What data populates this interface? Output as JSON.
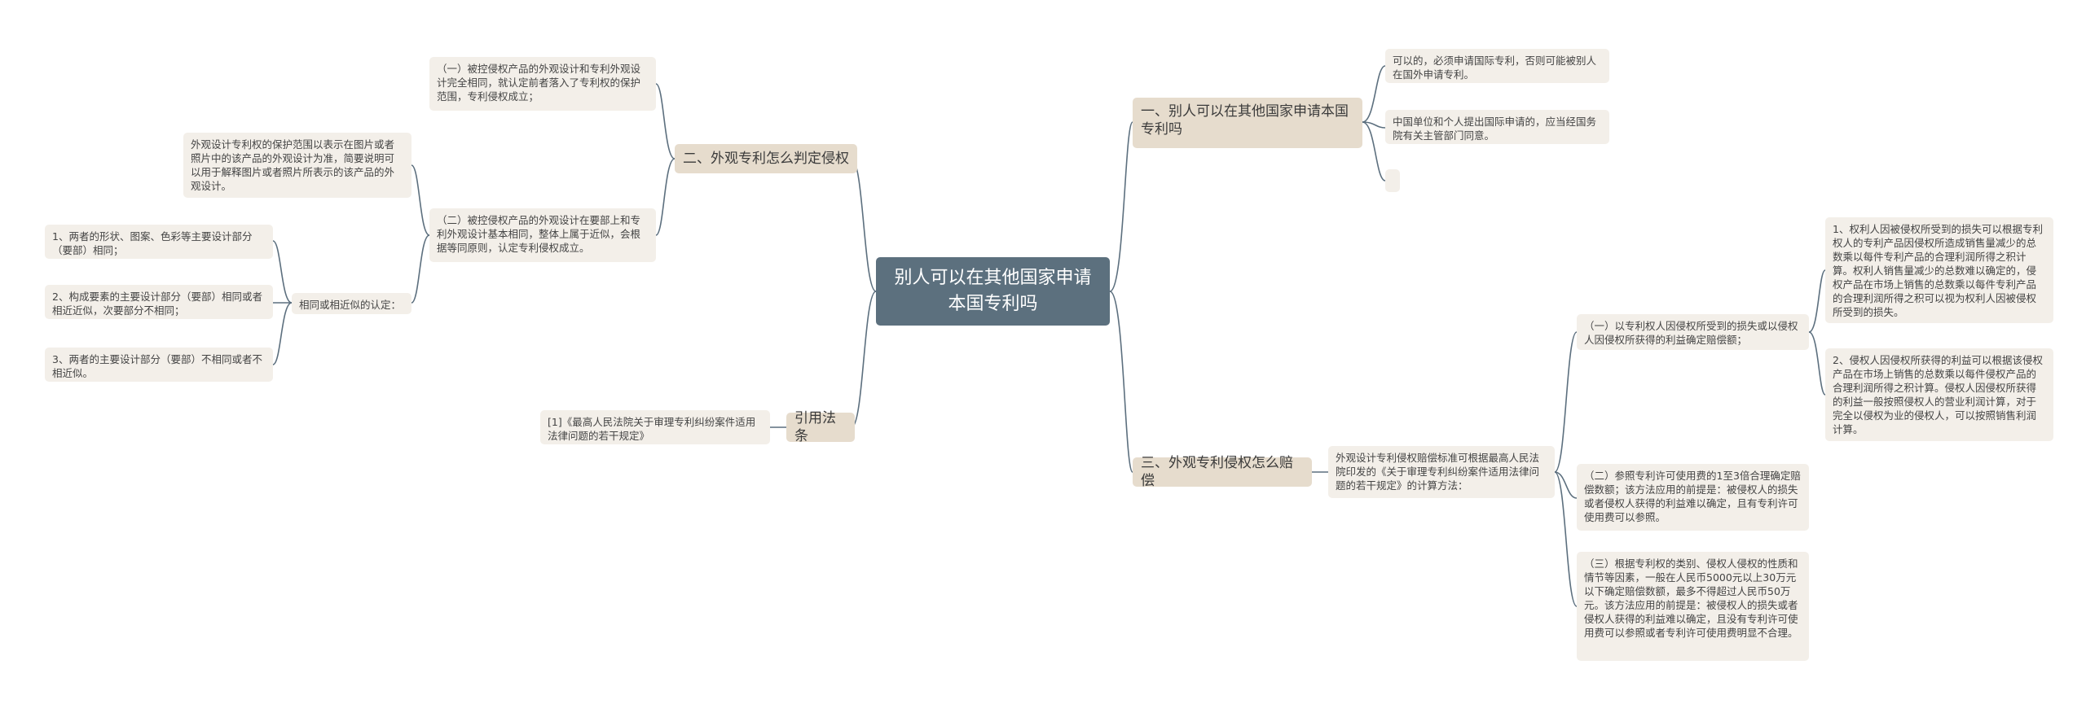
{
  "root": {
    "label": "别人可以在其他国家申请本国专利吗"
  },
  "left": {
    "judge": {
      "label": "二、外观专利怎么判定侵权",
      "item1": "（一）被控侵权产品的外观设计和专利外观设计完全相同，就认定前者落入了专利权的保护范围，专利侵权成立；",
      "item2": "（二）被控侵权产品的外观设计在要部上和专利外观设计基本相同，整体上属于近似，会根据等同原则，认定专利侵权成立。",
      "scope": "外观设计专利权的保护范围以表示在图片或者照片中的该产品的外观设计为准，简要说明可以用于解释图片或者照片所表示的该产品的外观设计。",
      "similar": "相同或相近似的认定：",
      "sim1": "1、两者的形状、图案、色彩等主要设计部分（要部）相同；",
      "sim2": "2、构成要素的主要设计部分（要部）相同或者相近近似，次要部分不相同；",
      "sim3": "3、两者的主要设计部分（要部）不相同或者不相近似。"
    },
    "law": {
      "label": "引用法条",
      "ref": "[1]《最高人民法院关于审理专利纠纷案件适用法律问题的若干规定》"
    }
  },
  "right": {
    "apply": {
      "label": "一、别人可以在其他国家申请本国专利吗",
      "item1": "可以的，必须申请国际专利，否则可能被别人在国外申请专利。",
      "item2": "中国单位和个人提出国际申请的，应当经国务院有关主管部门同意。",
      "item3": ""
    },
    "comp": {
      "label": "三、外观专利侵权怎么赔偿",
      "intro": "外观设计专利侵权赔偿标准可根据最高人民法院印发的《关于审理专利纠纷案件适用法律问题的若干规定》的计算方法：",
      "m1": "（一）以专利权人因侵权所受到的损失或以侵权人因侵权所获得的利益确定赔偿额；",
      "m1a": "1、权利人因被侵权所受到的损失可以根据专利权人的专利产品因侵权所造成销售量减少的总数乘以每件专利产品的合理利润所得之积计算。权利人销售量减少的总数难以确定的，侵权产品在市场上销售的总数乘以每件专利产品的合理利润所得之积可以视为权利人因被侵权所受到的损失。",
      "m1b": "2、侵权人因侵权所获得的利益可以根据该侵权产品在市场上销售的总数乘以每件侵权产品的合理利润所得之积计算。侵权人因侵权所获得的利益一般按照侵权人的营业利润计算，对于完全以侵权为业的侵权人，可以按照销售利润计算。",
      "m2": "（二）参照专利许可使用费的1至3倍合理确定赔偿数额；该方法应用的前提是：被侵权人的损失或者侵权人获得的利益难以确定，且有专利许可使用费可以参照。",
      "m3": "（三）根据专利权的类别、侵权人侵权的性质和情节等因素，一般在人民币5000元以上30万元以下确定赔偿数额，最多不得超过人民币50万元。该方法应用的前提是：被侵权人的损失或者侵权人获得的利益难以确定，且没有专利许可使用费可以参照或者专利许可使用费明显不合理。"
    }
  },
  "colors": {
    "root": "#5c707e",
    "branch": "#e6dccd",
    "leaf": "#f3efe9",
    "link": "#5c6f7e"
  }
}
